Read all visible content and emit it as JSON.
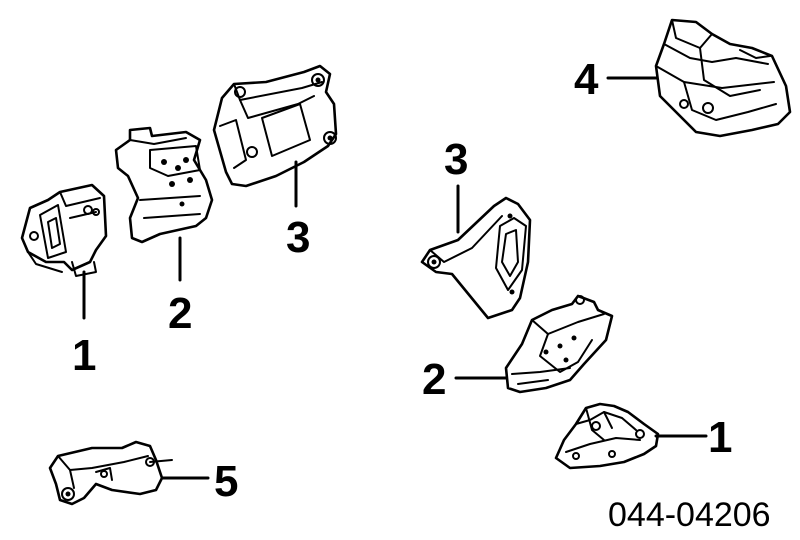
{
  "callouts": {
    "left_1": "1",
    "left_2": "2",
    "left_3": "3",
    "right_1": "1",
    "right_2": "2",
    "right_3": "3",
    "part_4": "4",
    "part_5": "5"
  },
  "diagram_code": "044-04206"
}
